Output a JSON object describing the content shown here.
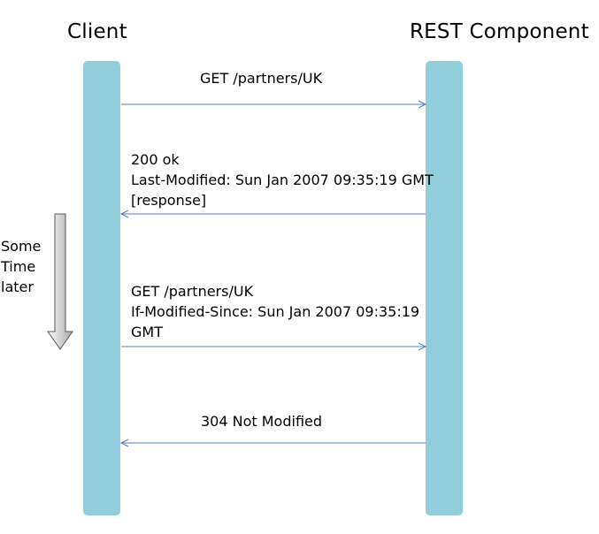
{
  "actors": {
    "client": "Client",
    "rest": "REST  Component"
  },
  "messages": [
    {
      "from": "Client",
      "to": "REST  Component",
      "lines": [
        "GET  /partners/UK"
      ]
    },
    {
      "from": "REST  Component",
      "to": "Client",
      "lines": [
        "200  ok",
        "Last-Modified:  Sun Jan 2007  09:35:19  GMT",
        "[response]"
      ]
    },
    {
      "from": "Client",
      "to": "REST  Component",
      "lines": [
        "GET  /partners/UK",
        "If-Modified-Since:  Sun Jan 2007  09:35:19",
        "GMT"
      ]
    },
    {
      "from": "REST  Component",
      "to": "Client",
      "lines": [
        "304  Not Modified"
      ]
    }
  ],
  "side_note": {
    "lines": [
      "Some",
      "Time",
      "later"
    ]
  },
  "colors": {
    "lifeline": "#92CDDC",
    "arrow": "#4F81BD",
    "time_arrow_fill_top": "#FFFFFF",
    "time_arrow_fill_bottom": "#A6A6A6",
    "time_arrow_stroke": "#595959"
  }
}
